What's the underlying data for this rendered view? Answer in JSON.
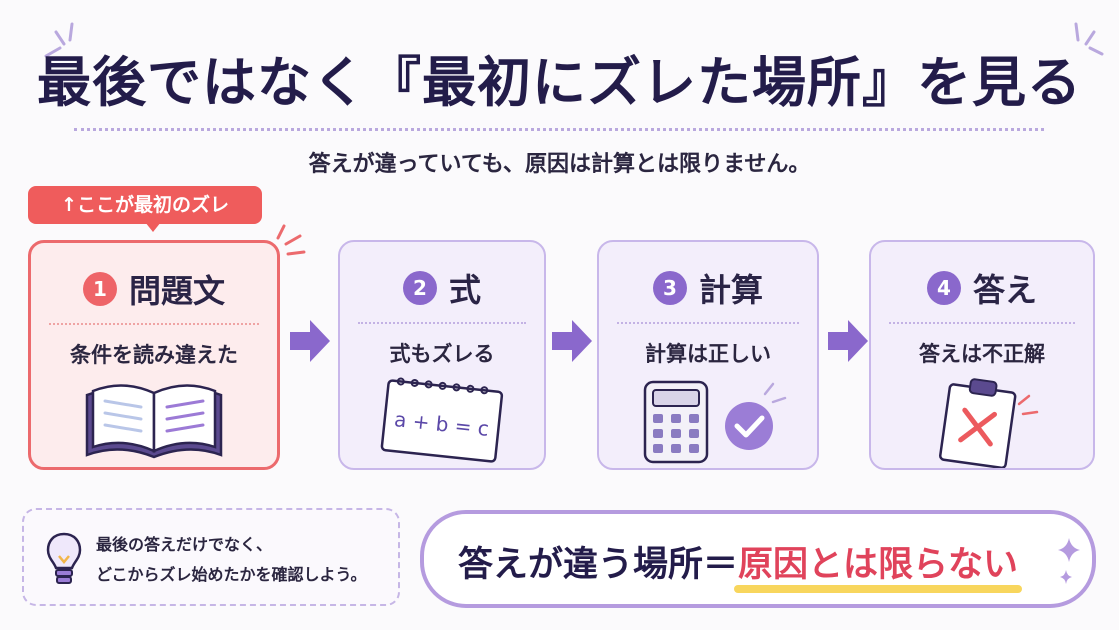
{
  "title": "最後ではなく『最初にズレた場所』を見る",
  "subtitle": "答えが違っていても、原因は計算とは限りません。",
  "callout": "↑ここが最初のズレ",
  "steps": [
    {
      "number": "1",
      "title": "問題文",
      "description": "条件を読み違えた",
      "icon": "open-book-icon"
    },
    {
      "number": "2",
      "title": "式",
      "description": "式もズレる",
      "icon": "notepad-icon"
    },
    {
      "number": "3",
      "title": "計算",
      "description": "計算は正しい",
      "icon": "calculator-icon"
    },
    {
      "number": "4",
      "title": "答え",
      "description": "答えは不正解",
      "icon": "clipboard-x-icon"
    }
  ],
  "notepad_text": "a + b = c",
  "tip": {
    "icon": "lightbulb-icon",
    "line1": "最後の答えだけでなく、",
    "line2": "どこからズレ始めたかを確認しよう。"
  },
  "summary": {
    "left": "答えが違う場所＝",
    "highlight": "原因とは限らない"
  },
  "colors": {
    "accent": "#8a68cc",
    "alert": "#ef5c5c",
    "title": "#231c4a",
    "highlight_text": "#e0435b",
    "underline": "#f8d65d"
  }
}
